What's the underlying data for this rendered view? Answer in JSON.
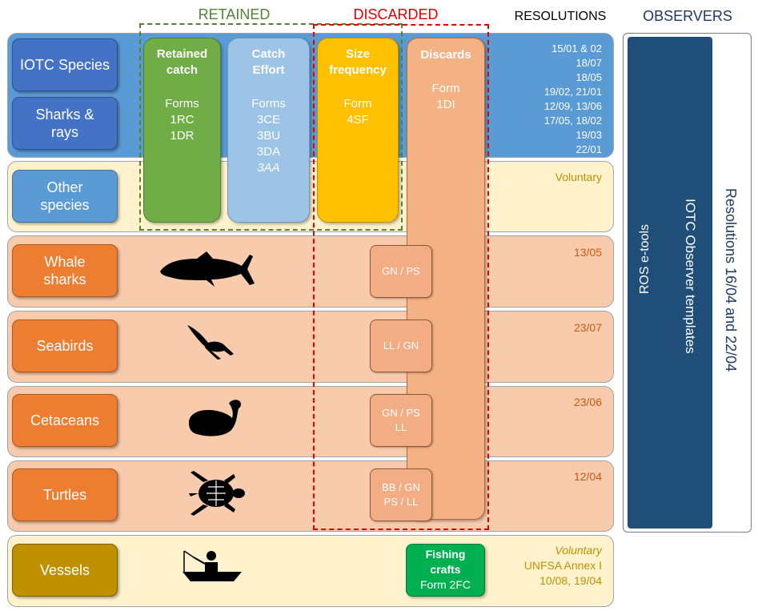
{
  "headers": {
    "retained": "RETAINED",
    "discarded": "DISCARDED",
    "resolutions": "RESOLUTIONS",
    "observers": "OBSERVERS"
  },
  "rows": {
    "iotc": "IOTC Species",
    "sharks": "Sharks & rays",
    "other": "Other species",
    "whale": "Whale sharks",
    "seabirds": "Seabirds",
    "cetaceans": "Cetaceans",
    "turtles": "Turtles",
    "vessels": "Vessels"
  },
  "columns": {
    "retained": {
      "title1": "Retained",
      "title2": "catch",
      "forms_label": "Forms",
      "forms": [
        "1RC",
        "1DR"
      ]
    },
    "effort": {
      "title1": "Catch",
      "title2": "Effort",
      "forms_label": "Forms",
      "forms": [
        "3CE",
        "3BU",
        "3DA",
        "3AA"
      ]
    },
    "size": {
      "title1": "Size",
      "title2": "frequency",
      "form_label": "Form",
      "form": "4SF"
    },
    "discards": {
      "title": "Discards",
      "form_label": "Form",
      "form": "1DI"
    }
  },
  "gear_tags": {
    "whale": "GN / PS",
    "seabirds": "LL / GN",
    "cetaceans": [
      "GN / PS",
      "LL"
    ],
    "turtles": [
      "BB / GN",
      "PS / LL"
    ]
  },
  "fishing_crafts": {
    "title1": "Fishing",
    "title2": "crafts",
    "form": "Form 2FC"
  },
  "resolutions": {
    "top": [
      "15/01 & 02",
      "18/07",
      "18/05",
      "19/02, 21/01",
      "12/09, 13/06",
      "17/05, 18/02",
      "19/03",
      "22/01"
    ],
    "other": "Voluntary",
    "whale": "13/05",
    "seabirds": "23/07",
    "cetaceans": "23/06",
    "turtles": "12/04",
    "vessels": [
      "Voluntary",
      "UNFSA Annex I",
      "10/08, 19/04"
    ]
  },
  "observers": {
    "ros": "ROS e-tools",
    "templates": "IOTC Observer templates",
    "resolutions": "Resolutions 16/04 and 22/04"
  },
  "colors": {
    "blue_band": "#5b9bd5",
    "cream_band": "#fff2cc",
    "salmon_band": "#f8cbad",
    "retained_green": "#70ad47",
    "effort_blue": "#9dc3e6",
    "size_yellow": "#ffc000",
    "discards_salmon": "#f4b183",
    "crafts_green": "#00b050",
    "observer_navy": "#1f4e79",
    "retained_box": "#548235",
    "discarded_box": "#e00000"
  }
}
